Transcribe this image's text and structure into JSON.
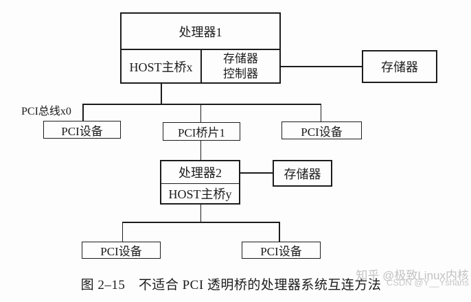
{
  "diagram": {
    "nodes": {
      "processor1": {
        "label": "处理器1"
      },
      "host_bridge_x": {
        "label": "HOST主桥x"
      },
      "memory_controller": {
        "label_line1": "存储器",
        "label_line2": "控制器"
      },
      "memory_top": {
        "label": "存储器"
      },
      "pci_bridge_1": {
        "label": "PCI桥片1"
      },
      "pci_device_1": {
        "label": "PCI设备"
      },
      "pci_device_2": {
        "label": "PCI设备"
      },
      "processor2": {
        "label": "处理器2"
      },
      "host_bridge_y": {
        "label": "HOST主桥y"
      },
      "memory_mid": {
        "label": "存储器"
      },
      "pci_device_3": {
        "label": "PCI设备"
      },
      "pci_device_4": {
        "label": "PCI设备"
      }
    },
    "bus_label_x0": "PCI总线x0"
  },
  "caption": "图 2–15　不适合 PCI 透明桥的处理器系统互连方法",
  "watermarks": {
    "line1": "知乎 @极致Linux内核",
    "line2": "CSDN @Y__Yshans"
  },
  "colors": {
    "line": "#1b1b1b",
    "background": "#fdfdfd",
    "watermark": "#c4c4c4"
  }
}
